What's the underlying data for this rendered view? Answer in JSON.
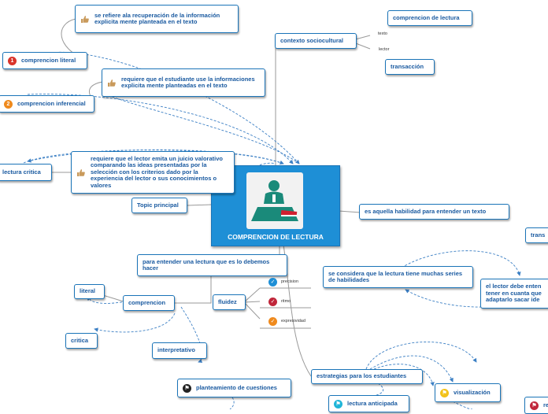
{
  "central": {
    "title": "COMPRENCION DE LECTURA",
    "icon": "reader-at-desk-icon"
  },
  "nodes": {
    "literal_desc": "se refiere ala recuperación de la información explicita mente planteada en el texto",
    "literal": "comprencion literal",
    "literal_num": "1",
    "inferencial_desc": "requiere que el estudiante use la informaciones explicita mente planteadas en el texto",
    "inferencial": "comprencion inferencial",
    "inferencial_num": "2",
    "critica": "lectura critica",
    "critica_desc": "requiere que el lector emita un juicio valorativo comparando las ideas presentadas por la selección con los criterios dado por la experiencia del lector o sus conocimientos o valores",
    "topic": "Topic principal",
    "contexto": "contexto sociocultural",
    "texto": "texto",
    "lector": "lector",
    "comprencion_lectura": "comprencion de lectura",
    "transaccion": "transacción",
    "habilidad": "es aquella habilidad  para entender un texto",
    "transac_right": "trans",
    "para_entender": "para entender una lectura que es lo debemos  hacer",
    "considera": "se considera que la lectura tiene  muchas series de habilidades",
    "lector_debe": "el lector debe enten tener en cuanta que adaptarlo  sacar ide",
    "literal_small": "literal",
    "comprencion": "comprencion",
    "fluidez": "fluidez",
    "precision": "precision",
    "ritmo": "ritmo",
    "expresividad": "expresividad",
    "critica_small": "critica",
    "interpretativo": "interpretativo",
    "planteamiento": "planteamiento de cuestiones",
    "estrategias": "estrategias para los estudiantes",
    "visualizacion": "visualización",
    "lectura_anticipada": "lectura anticipada",
    "re": "re"
  },
  "colors": {
    "accent": "#1e8fd6",
    "border": "#1a74b8",
    "text": "#1a5aa0",
    "badge1": "#d9342b",
    "badge2": "#ef8a1d"
  }
}
